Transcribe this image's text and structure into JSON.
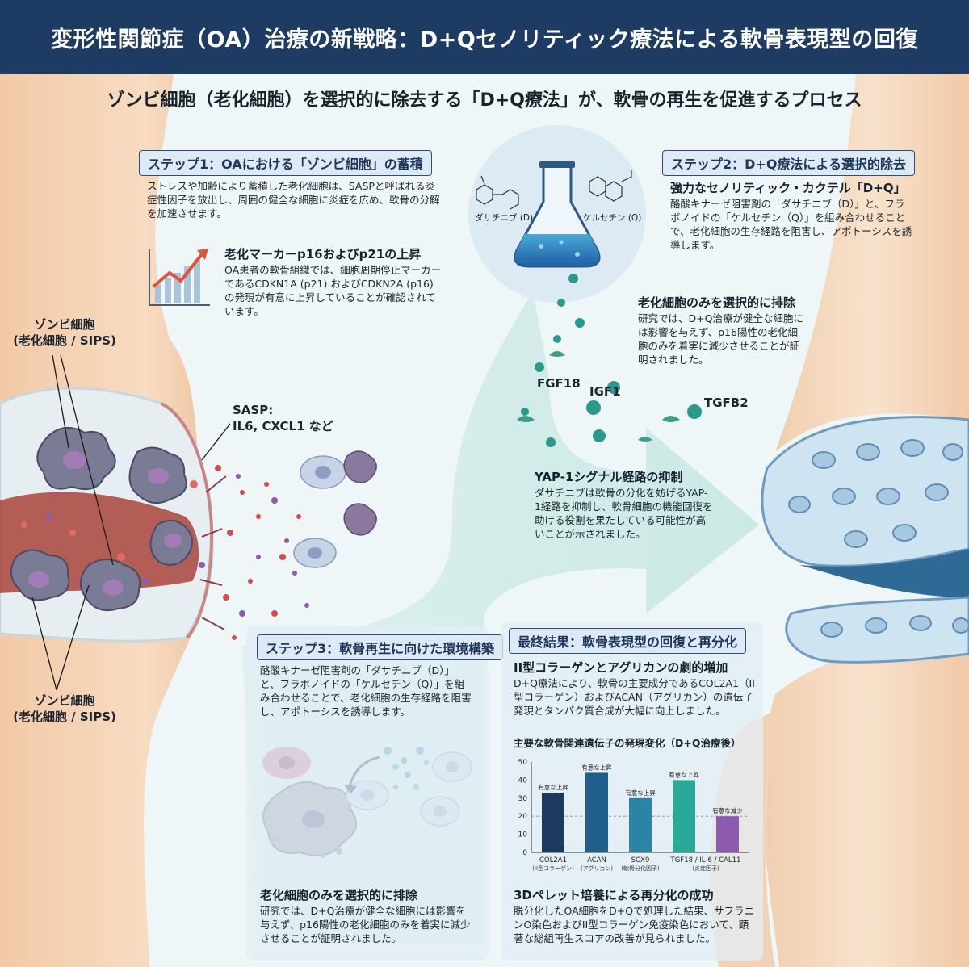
{
  "header": {
    "title": "変形性関節症（OA）治療の新戦略：D+Qセノリティック療法による軟骨表現型の回復"
  },
  "subtitle": "ゾンビ細胞（老化細胞）を選択的に除去する「D+Q療法」が、軟骨の再生を促進するプロセス",
  "step1": {
    "tag": "ステップ1：OAにおける「ゾンビ細胞」の蓄積",
    "body": "ストレスや加齢により蓄積した老化細胞は、SASPと呼ばれる炎症性因子を放出し、周囲の健全な細胞に炎症を広め、軟骨の分解を加速させます。",
    "marker_heading": "老化マーカーp16およびp21の上昇",
    "marker_body": "OA患者の軟骨組織では、細胞周期停止マーカーであるCDKN1A (p21) およびCDKN2A (p16) の発現が有意に上昇していることが確認されています。"
  },
  "labels": {
    "zombie_top": "ゾンビ細胞\n(老化細胞 / SIPS)",
    "zombie_bottom": "ゾンビ細胞\n(老化細胞 / SIPS)",
    "sasp": "SASP:\nIL6, CXCL1 など"
  },
  "flask": {
    "dasatinib": "ダサチニブ (D)",
    "quercetin": "ケルセチン (Q)"
  },
  "factors": {
    "fgf18": "FGF18",
    "igf1": "IGF1",
    "tgfb2": "TGFB2"
  },
  "step2": {
    "tag": "ステップ2：D+Q療法による選択的除去",
    "heading": "強力なセノリティック・カクテル「D+Q」",
    "body": "酪酸キナーゼ阻害剤の「ダサチニブ（D）」と、フラボノイドの「ケルセチン（Q）」を組み合わせることで、老化細胞の生存経路を阻害し、アポトーシスを誘導します。",
    "select_heading": "老化細胞のみを選択的に排除",
    "select_body": "研究では、D+Q治療が健全な細胞には影響を与えず、p16陽性の老化細胞のみを着実に減少させることが証明されました。"
  },
  "yap": {
    "heading": "YAP-1シグナル経路の抑制",
    "body": "ダサチニブは軟骨の分化を妨げるYAP-1経路を抑制し、軟骨細胞の機能回復を助ける役割を果たしている可能性が高いことが示されました。"
  },
  "step3": {
    "tag": "ステップ3：軟骨再生に向けた環境構築",
    "body": "酪酸キナーゼ阻害剤の「ダサチニブ（D）」と、フラボノイドの「ケルセチン（Q）」を組み合わせることで、老化細胞の生存経路を阻害し、アポトーシスを誘導します。",
    "select_heading": "老化細胞のみを選択的に排除",
    "select_body": "研究では、D+Q治療が健全な細胞には影響を与えず、p16陽性の老化細胞のみを着実に減少させることが証明されました。"
  },
  "final": {
    "tag": "最終結果：軟骨表現型の回復と再分化",
    "heading": "II型コラーゲンとアグリカンの劇的増加",
    "body": "D+Q療法により、軟骨の主要成分であるCOL2A1（II型コラーゲン）およびACAN（アグリカン）の遺伝子発現とタンパク質合成が大幅に向上しました。",
    "pellet_heading": "3Dペレット培養による再分化の成功",
    "pellet_body": "脱分化したOA細胞をD+Qで処理した結果、サフラニンO染色およびII型コラーゲン免疫染色において、顕著な総組再生スコアの改善が見られました。"
  },
  "chart_data": {
    "type": "bar",
    "title": "主要な軟骨関連遺伝子の発現変化（D+Q治療後）",
    "categories": [
      "COL2A1",
      "ACAN",
      "SOX9",
      "TGF18 / IL-6 / CAL11"
    ],
    "category_sublabels": [
      "(II型コラーゲン)",
      "(アグリカン)",
      "(軟骨分化因子)",
      "(炎症因子)"
    ],
    "values": [
      33,
      44,
      30,
      40,
      20
    ],
    "bar_labels": [
      "有意な上昇",
      "有意な上昇",
      "有意な上昇",
      "有意な上昇",
      "有意な減少"
    ],
    "bar_colors": [
      "#1c3a5e",
      "#1f5f8e",
      "#2b83a6",
      "#2aa99a",
      "#8c5bb0"
    ],
    "ylim": [
      0,
      50
    ],
    "yticks": [
      0,
      10,
      20,
      30,
      40,
      50
    ],
    "grid": false
  },
  "colors": {
    "header_bg": "#1e3b63",
    "tag_border": "#2b4f7a"
  }
}
